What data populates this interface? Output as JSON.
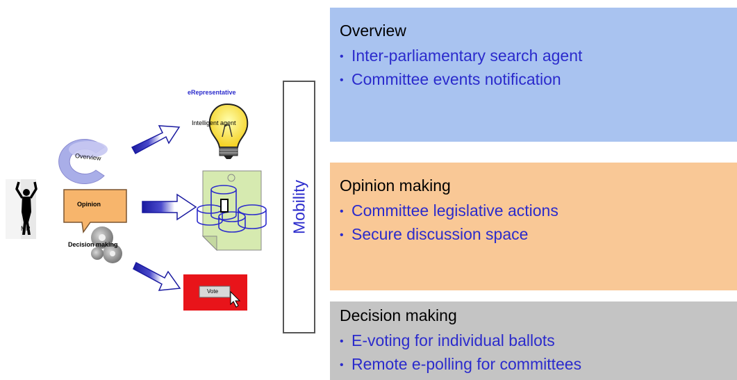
{
  "left": {
    "mp_label": "MP",
    "overview_label": "Overview",
    "opinion_label": "Opinion",
    "decision_label": "Decision making",
    "erepresentative_label": "eRepresentative",
    "intelligent_agent_label": "Intelligent agent",
    "vote_label": "Vote"
  },
  "mobility": {
    "label": "Mobility"
  },
  "panels": {
    "overview": {
      "title": "Overview",
      "items": [
        "Inter-parliamentary search agent",
        "Committee events notification"
      ],
      "color": "#a9c3f0"
    },
    "opinion": {
      "title": "Opinion making",
      "items": [
        "Committee legislative actions",
        "Secure discussion space"
      ],
      "color": "#f9c896"
    },
    "decision": {
      "title": "Decision making",
      "items": [
        "E-voting for individual ballots",
        "Remote e-polling for committees"
      ],
      "color": "#c4c4c4"
    }
  },
  "colors": {
    "accent_blue": "#2b2bcc",
    "vote_red": "#e8141a"
  }
}
